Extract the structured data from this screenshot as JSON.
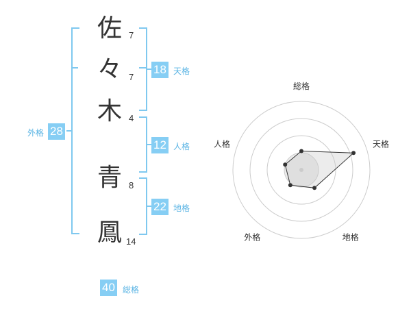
{
  "name_chars": [
    {
      "char": "佐",
      "strokes": "7"
    },
    {
      "char": "々",
      "strokes": "7"
    },
    {
      "char": "木",
      "strokes": "4"
    },
    {
      "char": "青",
      "strokes": "8"
    },
    {
      "char": "鳳",
      "strokes": "14"
    }
  ],
  "kaku": {
    "tenkaku": {
      "value": "18",
      "label": "天格"
    },
    "jinkaku": {
      "value": "12",
      "label": "人格"
    },
    "chikaku": {
      "value": "22",
      "label": "地格"
    },
    "gaikaku": {
      "value": "28",
      "label": "外格"
    },
    "soukaku": {
      "value": "40",
      "label": "総格"
    }
  },
  "colors": {
    "accent": "#86cef4",
    "bracket": "#7fc8ef",
    "label": "#5ab4e4"
  },
  "chart_data": {
    "type": "radar",
    "axes": [
      "総格",
      "天格",
      "地格",
      "外格",
      "人格"
    ],
    "scale_max": 4,
    "rings": 4,
    "values": [
      1.1,
      3.2,
      1.3,
      1.1,
      1.0
    ]
  }
}
